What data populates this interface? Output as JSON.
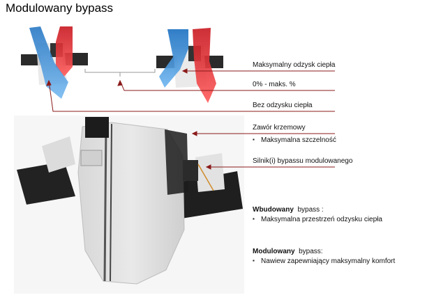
{
  "slide": {
    "title": "Modulowany bypass"
  },
  "labels": {
    "max_heat_recovery": "Maksymalny odzysk ciepła",
    "range": "0% - maks. %",
    "no_heat_recovery": "Bez odzysku ciepła",
    "silicon_valve": "Zawór krzemowy",
    "max_tightness": "Maksymalna szczelność",
    "motor": "Silnik(i) bypassu modulowanego"
  },
  "sections": {
    "built_in": {
      "title_bold": "Wbudowany",
      "title_rest": "  bypass :",
      "bullet": "Maksymalna przestrzeń odzysku ciepła"
    },
    "modulated": {
      "title_bold": "Modulowany",
      "title_rest": "  bypass:",
      "bullet": "Nawiew zapewniający maksymalny komfort"
    }
  },
  "colors": {
    "callout_line": "#8b1a1a",
    "warm_arrow": "#e0262d",
    "cold_arrow": "#3d8fd6"
  }
}
